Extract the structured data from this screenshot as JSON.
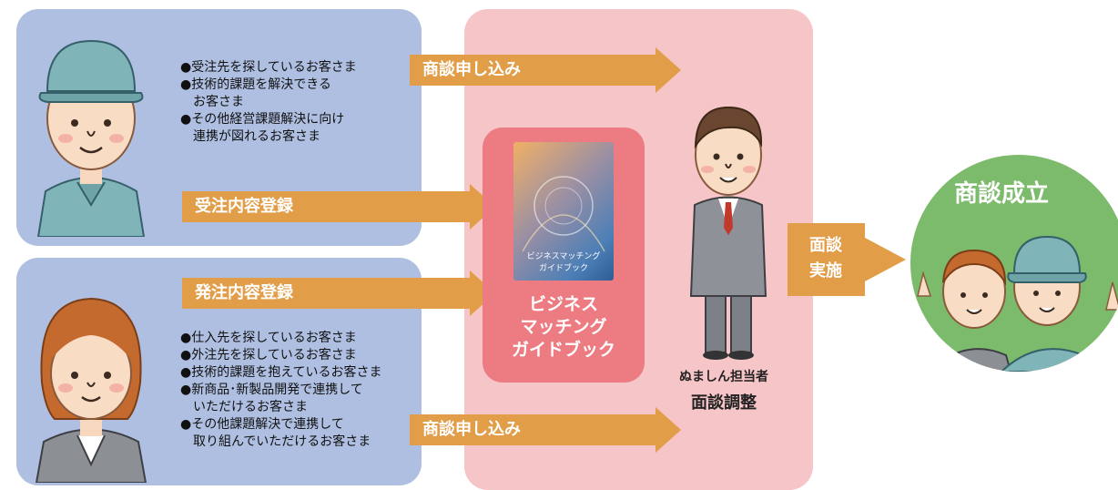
{
  "supplier": {
    "bullets": [
      "●受注先を探しているお客さま",
      "●技術的課題を解決できる",
      "　お客さま",
      "●その他経営課題解決に向け",
      "　連携が図れるお客さま"
    ],
    "arrow_apply": "商談申し込み",
    "arrow_register": "受注内容登録"
  },
  "buyer": {
    "arrow_register": "発注内容登録",
    "bullets": [
      "●仕入先を探しているお客さま",
      "●外注先を探しているお客さま",
      "●技術的課題を抱えているお客さま",
      "●新商品･新製品開発で連携して",
      "　いただけるお客さま",
      "●その他課題解決で連携して",
      "　取り組んでいただけるお客さま"
    ],
    "arrow_apply": "商談申し込み"
  },
  "guidebook": {
    "title_lines": [
      "ビジネス",
      "マッチング",
      "ガイドブック"
    ],
    "cover_text": [
      "ビジネスマッチング",
      "ガイドブック"
    ]
  },
  "staff": {
    "label": "ぬましん担当者",
    "action": "面談調整"
  },
  "interview": {
    "lines": [
      "面談",
      "実施"
    ]
  },
  "result": {
    "label": "商談成立"
  },
  "colors": {
    "blue_panel": "#aebfe1",
    "pink_panel": "#f6c5c7",
    "arrow": "#e19d48",
    "guidebook": "#ec7b82",
    "success": "#7dbb6c"
  }
}
